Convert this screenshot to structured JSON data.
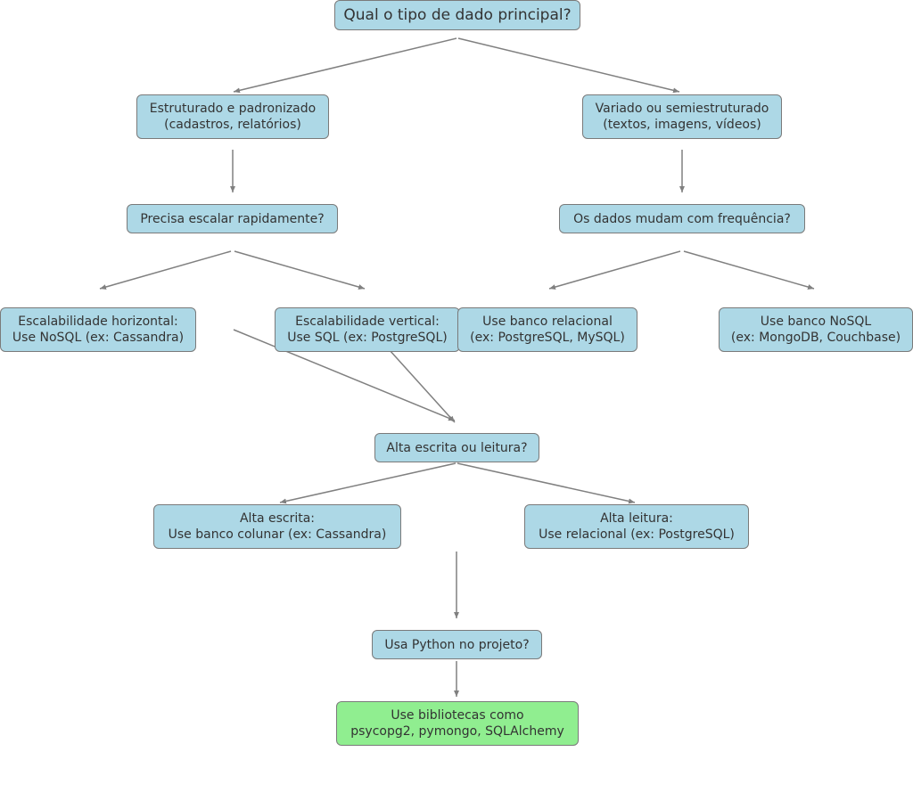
{
  "diagram": {
    "colors": {
      "node_fill": "#add8e6",
      "final_fill": "#90ee90",
      "border": "#7a7a7a",
      "arrow": "#808080",
      "text": "#333333"
    },
    "nodes": {
      "root": {
        "lines": [
          "Qual o tipo de dado principal?"
        ]
      },
      "structured": {
        "lines": [
          "Estruturado e padronizado",
          "(cadastros, relatórios)"
        ]
      },
      "varied": {
        "lines": [
          "Variado ou semiestruturado",
          "(textos, imagens, vídeos)"
        ]
      },
      "scale_question": {
        "lines": [
          "Precisa escalar rapidamente?"
        ]
      },
      "change_question": {
        "lines": [
          "Os dados mudam com frequência?"
        ]
      },
      "horizontal": {
        "lines": [
          "Escalabilidade horizontal:",
          "Use NoSQL (ex: Cassandra)"
        ]
      },
      "vertical": {
        "lines": [
          "Escalabilidade vertical:",
          "Use SQL (ex: PostgreSQL)"
        ]
      },
      "relational": {
        "lines": [
          "Use banco relacional",
          "(ex: PostgreSQL, MySQL)"
        ]
      },
      "nosql": {
        "lines": [
          "Use banco NoSQL",
          "(ex: MongoDB, Couchbase)"
        ]
      },
      "rw_question": {
        "lines": [
          "Alta escrita ou leitura?"
        ]
      },
      "high_write": {
        "lines": [
          "Alta escrita:",
          "Use banco colunar (ex: Cassandra)"
        ]
      },
      "high_read": {
        "lines": [
          "Alta leitura:",
          "Use relacional (ex: PostgreSQL)"
        ]
      },
      "python_question": {
        "lines": [
          "Usa Python no projeto?"
        ]
      },
      "libraries": {
        "lines": [
          "Use bibliotecas como",
          "psycopg2, pymongo, SQLAlchemy"
        ]
      }
    }
  }
}
